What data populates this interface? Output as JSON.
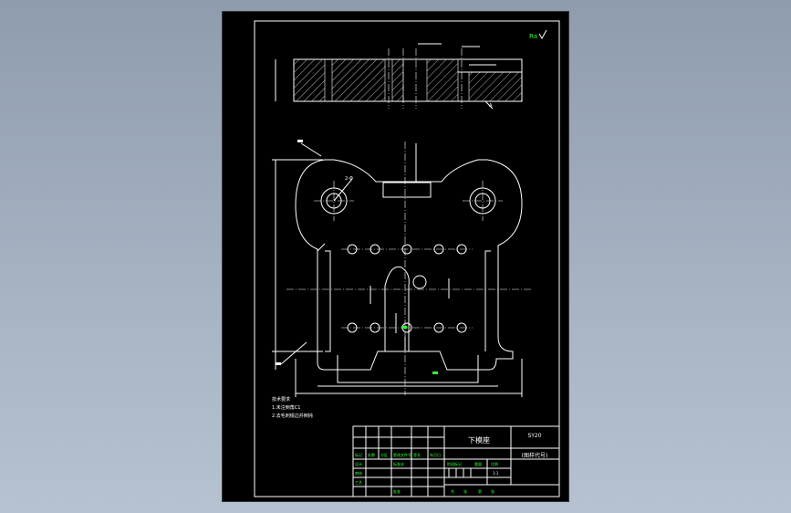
{
  "title_block": {
    "part_name": "下模座",
    "code": "SY20",
    "drawing_no": "(图样代号)",
    "row_labels": [
      "标记",
      "处数",
      "分区",
      "更改文件号",
      "签名",
      "年月日"
    ],
    "role_labels": [
      "设计",
      "标准化",
      "审核",
      "工艺",
      "批准"
    ],
    "stage_labels": [
      "阶段标记",
      "重量",
      "比例"
    ],
    "scale": "1:1",
    "sheet_labels": [
      "共",
      "张",
      "第",
      "张"
    ]
  },
  "notes": {
    "heading": "技术要求",
    "lines": [
      "1.未注倒角C1",
      "2.去毛刺锐边并倒钝"
    ]
  },
  "annotations": {
    "roughness": "Ra",
    "hole_callout": "2-Φ",
    "section_mark": "A"
  },
  "colors": {
    "sheet_bg": "#000000",
    "line": "#ffffff",
    "accent_text": "#33ff33",
    "viewport_bg": "#a6b2c2"
  }
}
